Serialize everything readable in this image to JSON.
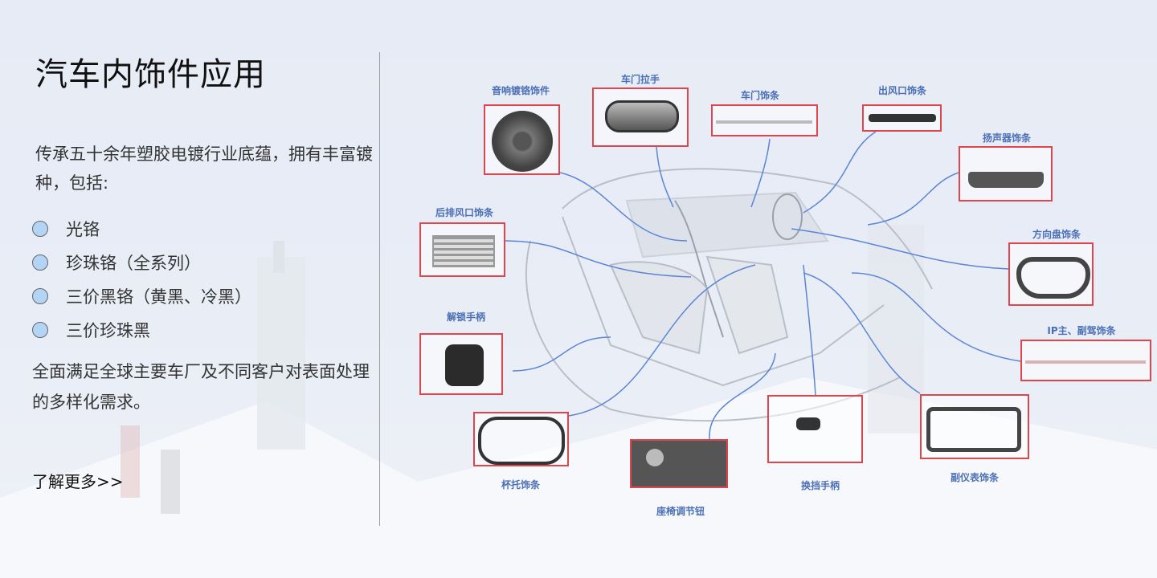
{
  "title": "汽车内饰件应用",
  "intro": "传承五十余年塑胶电镀行业底蕴，拥有丰富镀种，包括:",
  "platings": [
    "光铬",
    "珍珠铬（全系列）",
    "三价黑铬（黄黑、冷黑）",
    "三价珍珠黑"
  ],
  "outro": "全面满足全球主要车厂及不同客户对表面处理的多样化需求。",
  "more_link": "了解更多>>",
  "parts": {
    "speaker_chrome": "音响镀铬饰件",
    "door_handle": "车门拉手",
    "door_trim": "车门饰条",
    "air_outlet_trim": "出风口饰条",
    "speaker_trim": "扬声器饰条",
    "rear_vent_trim": "后排风口饰条",
    "steering_wheel_trim": "方向盘饰条",
    "unlock_handle": "解锁手柄",
    "ip_trim": "IP主、副驾饰条",
    "cup_holder_trim": "杯托饰条",
    "seat_button": "座椅调节钮",
    "gear_handle": "换挡手柄",
    "console_trim": "副仪表饰条"
  },
  "colors": {
    "accent_blue": "#4b6fb5",
    "box_red": "#e0454d",
    "bullet": "#b3d4f5"
  }
}
